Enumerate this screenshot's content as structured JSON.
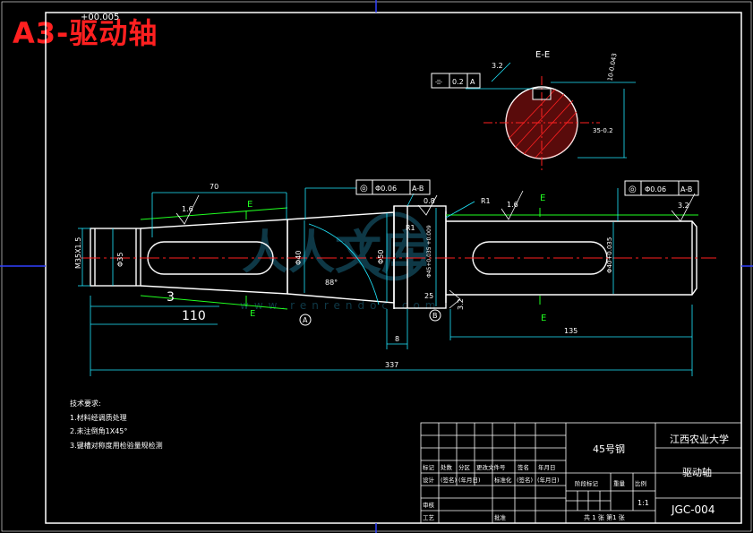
{
  "title": "A3-驱动轴",
  "top_left_note": "+00.005",
  "section_view": {
    "label": "E-E",
    "tol_symbol": "⌯",
    "tol_value": "0.2",
    "tol_datum": "A",
    "roughness": "3.2",
    "keyway_width": "10-0.043",
    "depth": "35-0.2"
  },
  "dimensions": {
    "d70": "70",
    "d110": "110",
    "d3": "3",
    "d135": "135",
    "d337": "337",
    "d8": "8",
    "d25": "25",
    "thread": "M35X1.5",
    "dia35": "Φ35",
    "dia40": "Φ40",
    "dia50": "Φ50",
    "dia45": "Φ45+0.035 +0.009",
    "dia40b": "Φ40+0.035",
    "angle": "88°",
    "r1a": "R1",
    "r1b": "R1",
    "rough16a": "1.6",
    "rough16b": "1.6",
    "rough32a": "3.2",
    "rough32b": "3.2",
    "rough08": "0.8"
  },
  "tolerance_frames": {
    "left": {
      "symbol": "◎",
      "value": "Φ0.06",
      "datum": "A-B"
    },
    "right": {
      "symbol": "◎",
      "value": "Φ0.06",
      "datum": "A-B"
    }
  },
  "section_marks": {
    "e1": "E",
    "e2": "E",
    "e3": "E",
    "e4": "E"
  },
  "datum_marks": {
    "a": "A",
    "b": "B"
  },
  "watermark": {
    "text": "人人文库",
    "url": "www.renrendoc.com"
  },
  "tech_requirements": {
    "heading": "技术要求:",
    "items": [
      "1.材料经调质处理",
      "2.未注倒角1X45°",
      "3.键槽对称度用检验量规检测"
    ]
  },
  "title_block": {
    "material": "45号钢",
    "school": "江西农业大学",
    "part_name": "驱动轴",
    "drawing_no": "JGC-004",
    "scale": "1:1",
    "sheet_info": "共 1 张 第1 张",
    "labels": {
      "mark": "标记",
      "count": "处数",
      "zone": "分区",
      "change_doc": "更改文件号",
      "sign": "签名",
      "date": "年月日",
      "design": "设计",
      "sign2": "(签名)",
      "date2": "(年月日)",
      "standard": "标准化",
      "sign3": "(签名)",
      "date3": "(年月日)",
      "stage_mark": "阶段标记",
      "weight": "重量",
      "ratio": "比例",
      "review": "审核",
      "process": "工艺",
      "approve": "批准"
    }
  }
}
